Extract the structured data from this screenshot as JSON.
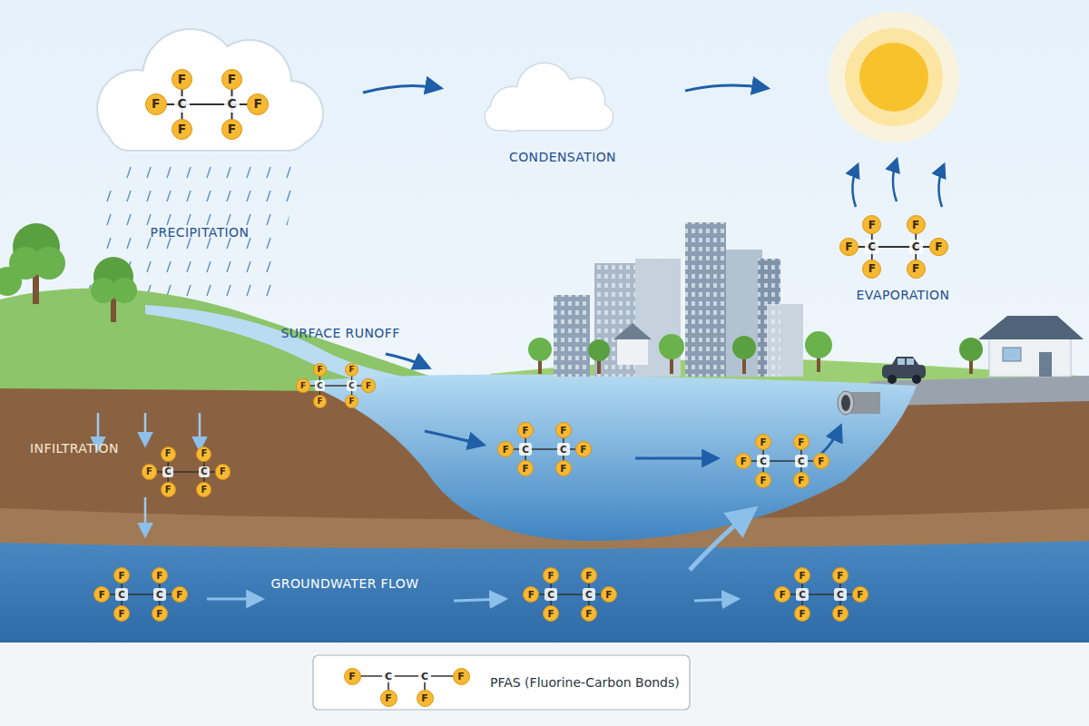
{
  "diagram": {
    "labels": [
      "PRECIPITATION",
      "CONDENSATION",
      "EVAPORATION",
      "SURFACE RUNOFF",
      "INFILTRATION",
      "GROUNDWATER FLOW",
      "F",
      "F",
      "F",
      "C",
      "C",
      "F",
      "F",
      "F",
      "F",
      "F",
      "F",
      "C",
      "C",
      "F",
      "F",
      "F",
      "F",
      "F",
      "F",
      "C",
      "C",
      "F",
      "F",
      "F",
      "F",
      "F",
      "F",
      "C",
      "C",
      "F",
      "F",
      "F",
      "F",
      "F",
      "F",
      "C",
      "C",
      "F",
      "F",
      "F",
      "F",
      "F",
      "F",
      "C",
      "C",
      "F",
      "F",
      "F",
      "F",
      "F",
      "F",
      "C",
      "C",
      "F",
      "F",
      "F",
      "F",
      "F",
      "F",
      "C",
      "C",
      "F",
      "F",
      "F",
      "F",
      "F",
      "F",
      "C",
      "C",
      "F",
      "F",
      "F",
      "F",
      "C",
      "C",
      "F",
      "F",
      "F"
    ],
    "legend": [
      {
        "text": "PFAS (Fluorine-Carbon Bonds)"
      }
    ]
  }
}
